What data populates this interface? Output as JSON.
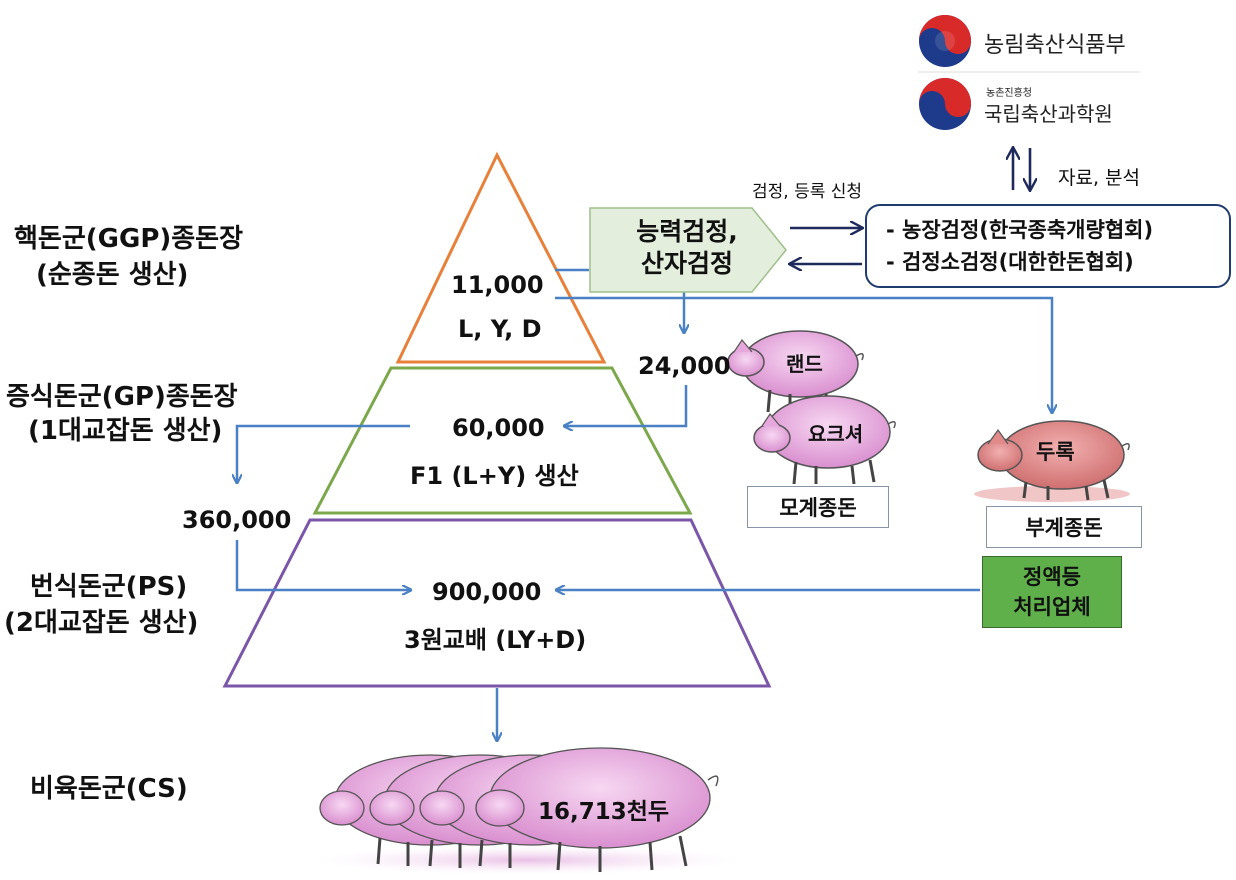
{
  "tiers": {
    "ggp": {
      "label_line1": "핵돈군(GGP)종돈장",
      "label_line2": "(순종돈 생산)",
      "count": "11,000",
      "breeds": "L, Y, D"
    },
    "gp": {
      "label_line1": "증식돈군(GP)종돈장",
      "label_line2": "(1대교잡돈 생산)",
      "count": "60,000",
      "product": "F1  (L+Y) 생산"
    },
    "ps": {
      "label_line1": "번식돈군(PS)",
      "label_line2": "(2대교잡돈 생산)",
      "count": "900,000",
      "product": "3원교배  (LY+D)"
    },
    "cs": {
      "label": "비육돈군(CS)",
      "count": "16,713천두"
    }
  },
  "flows": {
    "ggp_to_gp_count": "24,000",
    "gp_to_ps_count": "360,000",
    "apply_label": "검정, 등록 신청",
    "data_label": "자료, 분석"
  },
  "test_box": {
    "line1": "능력검정,",
    "line2": "산자검정"
  },
  "agencies": {
    "line1": "- 농장검정(한국종축개량협회)",
    "line2": "- 검정소검정(대한한돈협회)"
  },
  "logos": {
    "ministry": "농림축산식품부",
    "rda_small": "농촌진흥청",
    "institute": "국립축산과학원"
  },
  "pigs": {
    "landrace": "랜드",
    "yorkshire": "요크셔",
    "duroc": "두록"
  },
  "boxes": {
    "sow_stock": "모계종돈",
    "boar_stock": "부계종돈",
    "semen_line1": "정액등",
    "semen_line2": "처리업체"
  },
  "colors": {
    "tier1": "#e8803a",
    "tier2": "#7ba84a",
    "tier3": "#7a55a8",
    "arrow_blue": "#4a80c4",
    "arrow_navy": "#1f2a5c",
    "pig_pink": "#e6a8dc",
    "duroc_pink": "#e08a8a",
    "test_box_fill": "#e3eedc",
    "semen_fill": "#5fb04a"
  }
}
